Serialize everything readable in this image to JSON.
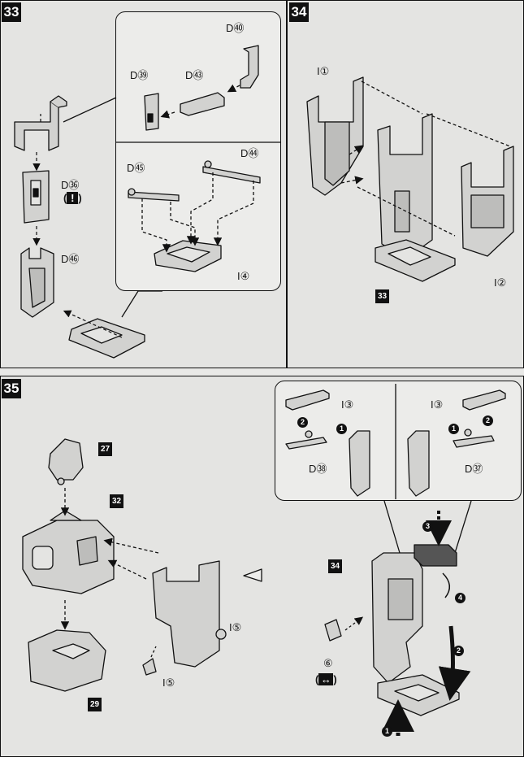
{
  "steps": [
    {
      "number": "33"
    },
    {
      "number": "34"
    },
    {
      "number": "35"
    }
  ],
  "step33": {
    "labels": {
      "d40": "D㊵",
      "d39": "D㊴",
      "d43": "D㊸",
      "d44": "D㊹",
      "d45": "D㊺",
      "d36": "D㊱",
      "d46": "D㊻",
      "i4": "I④"
    },
    "warning_symbol": "!"
  },
  "step34": {
    "labels": {
      "i1": "I①",
      "i2": "I②"
    },
    "ref": "33"
  },
  "step35": {
    "labels": {
      "i3a": "I③",
      "i3b": "I③",
      "d38": "D㊳",
      "d37": "D㊲",
      "i5a": "I⑤",
      "i5b": "I⑤",
      "six": "⑥"
    },
    "refs": [
      "27",
      "32",
      "29",
      "34"
    ],
    "order_marks": [
      "1",
      "2",
      "3",
      "4"
    ]
  },
  "colors": {
    "ink": "#111111",
    "paper": "#e4e4e2",
    "part_fill": "#cfcfcd",
    "arrow_dark": "#1a1a1a"
  },
  "icons": [
    "warning-icon",
    "rotate-icon",
    "dashed-arrow",
    "assembly-arrow"
  ]
}
